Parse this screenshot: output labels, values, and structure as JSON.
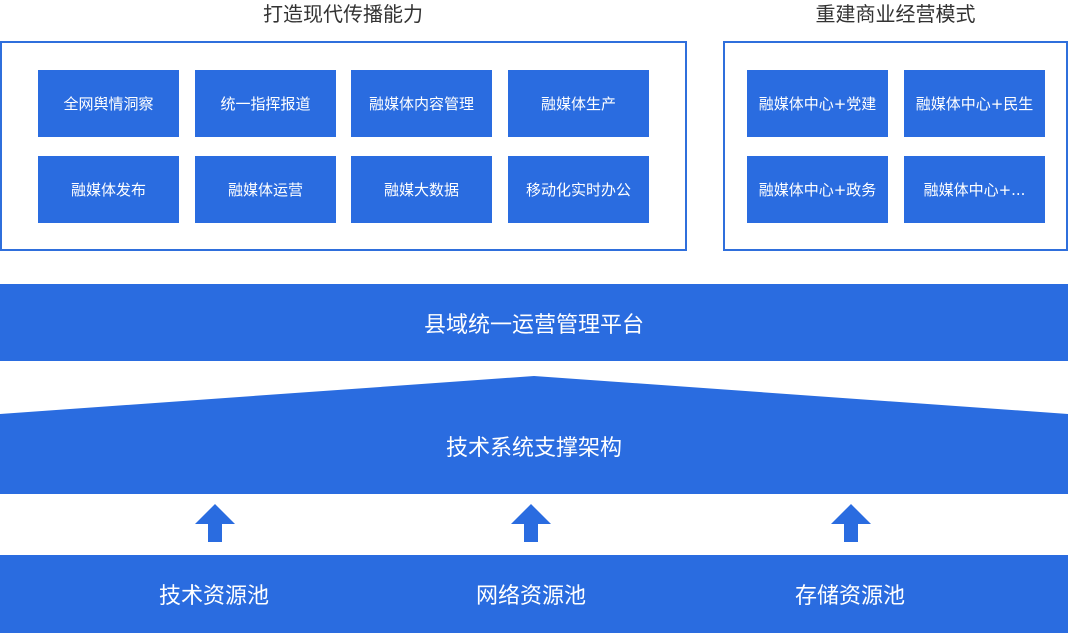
{
  "colors": {
    "primary": "#2a6ce0",
    "frame": "#2f6fdc",
    "title": "#333333",
    "text_on_blue": "#ffffff"
  },
  "left_group": {
    "title": "打造现代传播能力",
    "items": [
      "全网舆情洞察",
      "统一指挥报道",
      "融媒体内容管理",
      "融媒体生产",
      "融媒体发布",
      "融媒体运营",
      "融媒大数据",
      "移动化实时办公"
    ]
  },
  "right_group": {
    "title": "重建商业经营模式",
    "items": [
      "融媒体中心+党建",
      "融媒体中心+民生",
      "融媒体中心+政务",
      "融媒体中心+..."
    ]
  },
  "platform": {
    "label": "县域统一运营管理平台"
  },
  "architecture": {
    "label": "技术系统支撑架构"
  },
  "icons": {
    "arrow": "arrow-up-icon"
  },
  "resource_pools": [
    "技术资源池",
    "网络资源池",
    "存储资源池"
  ]
}
